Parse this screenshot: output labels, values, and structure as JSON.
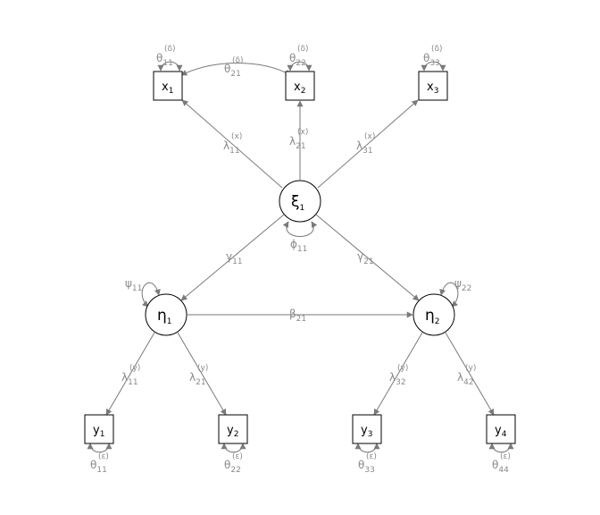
{
  "diagram": {
    "nodes": {
      "x1": {
        "base": "x",
        "sub": "1"
      },
      "x2": {
        "base": "x",
        "sub": "2"
      },
      "x3": {
        "base": "x",
        "sub": "3"
      },
      "xi1": {
        "base": "ξ",
        "sub": "1"
      },
      "eta1": {
        "base": "η",
        "sub": "1"
      },
      "eta2": {
        "base": "η",
        "sub": "2"
      },
      "y1": {
        "base": "y",
        "sub": "1"
      },
      "y2": {
        "base": "y",
        "sub": "2"
      },
      "y3": {
        "base": "y",
        "sub": "3"
      },
      "y4": {
        "base": "y",
        "sub": "4"
      }
    },
    "labels": {
      "theta11_d": {
        "base": "θ",
        "sub": "11",
        "sup": "(δ)"
      },
      "theta22_d": {
        "base": "θ",
        "sub": "22",
        "sup": "(δ)"
      },
      "theta33_d": {
        "base": "θ",
        "sub": "33",
        "sup": "(δ)"
      },
      "theta21_d": {
        "base": "θ",
        "sub": "21",
        "sup": "(δ)"
      },
      "lambda11_x": {
        "base": "λ",
        "sub": "11",
        "sup": "(x)"
      },
      "lambda21_x": {
        "base": "λ",
        "sub": "21",
        "sup": "(x)"
      },
      "lambda31_x": {
        "base": "λ",
        "sub": "31",
        "sup": "(x)"
      },
      "phi11": {
        "base": "ϕ",
        "sub": "11",
        "sup": ""
      },
      "gamma11": {
        "base": "γ",
        "sub": "11",
        "sup": ""
      },
      "gamma21": {
        "base": "γ",
        "sub": "21",
        "sup": ""
      },
      "psi11": {
        "base": "ψ",
        "sub": "11",
        "sup": ""
      },
      "psi22": {
        "base": "ψ",
        "sub": "22",
        "sup": ""
      },
      "beta21": {
        "base": "β",
        "sub": "21",
        "sup": ""
      },
      "lambda11_y": {
        "base": "λ",
        "sub": "11",
        "sup": "(y)"
      },
      "lambda21_y": {
        "base": "λ",
        "sub": "21",
        "sup": "(y)"
      },
      "lambda32_y": {
        "base": "λ",
        "sub": "32",
        "sup": "(y)"
      },
      "lambda42_y": {
        "base": "λ",
        "sub": "42",
        "sup": "(y)"
      },
      "theta11_e": {
        "base": "θ",
        "sub": "11",
        "sup": "(ε)"
      },
      "theta22_e": {
        "base": "θ",
        "sub": "22",
        "sup": "(ε)"
      },
      "theta33_e": {
        "base": "θ",
        "sub": "33",
        "sup": "(ε)"
      },
      "theta44_e": {
        "base": "θ",
        "sub": "44",
        "sup": "(ε)"
      }
    },
    "colors": {
      "edge": "#7a7a7a",
      "label": "#8a8a8a",
      "node": "#000000"
    }
  }
}
